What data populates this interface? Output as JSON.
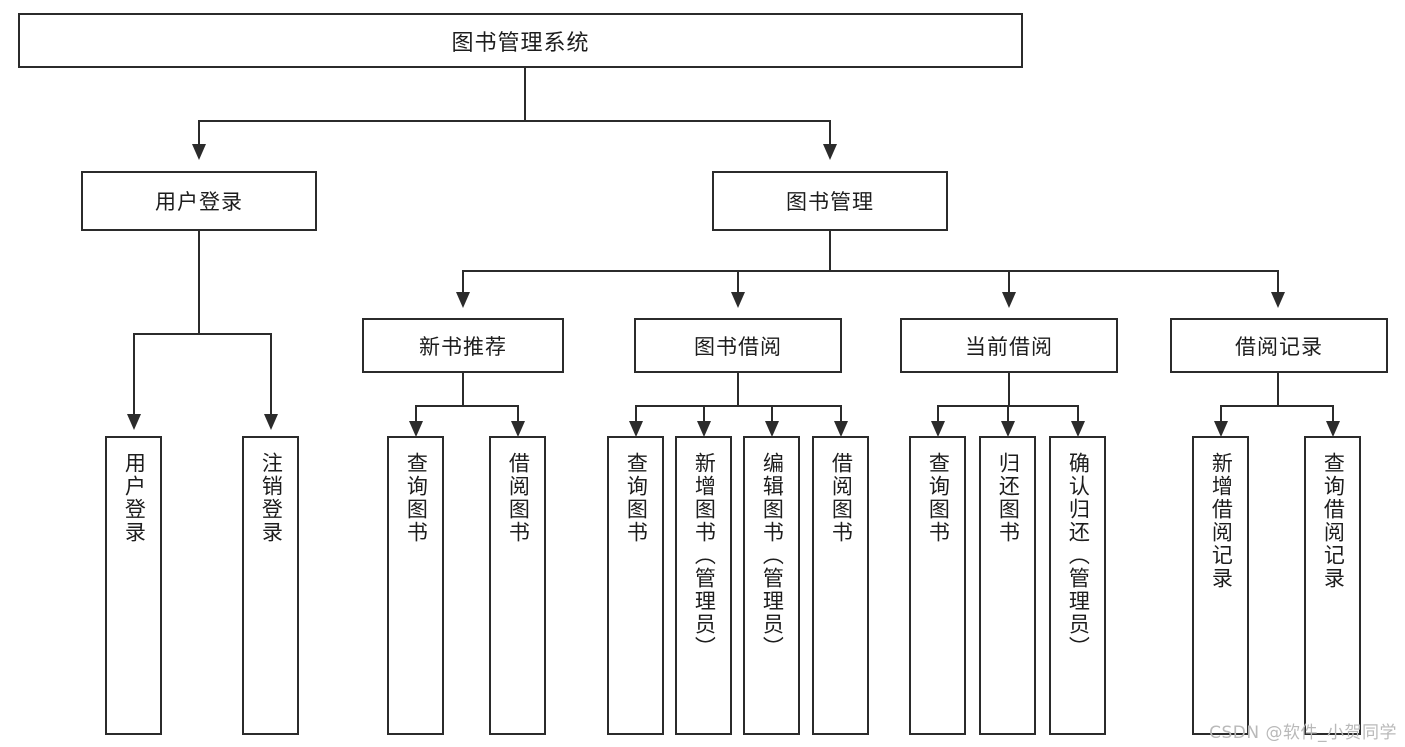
{
  "diagram": {
    "title": "图书管理系统",
    "type": "tree",
    "root": {
      "label": "图书管理系统"
    },
    "level2": [
      {
        "label": "用户登录"
      },
      {
        "label": "图书管理"
      }
    ],
    "level3": [
      {
        "label": "新书推荐"
      },
      {
        "label": "图书借阅"
      },
      {
        "label": "当前借阅"
      },
      {
        "label": "借阅记录"
      }
    ],
    "leaves": {
      "user_login": [
        {
          "label": "用户登录"
        },
        {
          "label": "注销登录"
        }
      ],
      "new_book_recommend": [
        {
          "label": "查询图书"
        },
        {
          "label": "借阅图书"
        }
      ],
      "book_borrow": [
        {
          "label": "查询图书"
        },
        {
          "label": "新增图书（管理员）"
        },
        {
          "label": "编辑图书（管理员）"
        },
        {
          "label": "借阅图书"
        }
      ],
      "current_borrow": [
        {
          "label": "查询图书"
        },
        {
          "label": "归还图书"
        },
        {
          "label": "确认归还（管理员）"
        }
      ],
      "borrow_record": [
        {
          "label": "新增借阅记录"
        },
        {
          "label": "查询借阅记录"
        }
      ]
    }
  },
  "watermark": {
    "text": "CSDN @软件_小贺同学"
  },
  "colors": {
    "stroke": "#2b2b2b",
    "text": "#1d1d1d",
    "background": "#ffffff",
    "watermark": "#b9b9b9"
  }
}
